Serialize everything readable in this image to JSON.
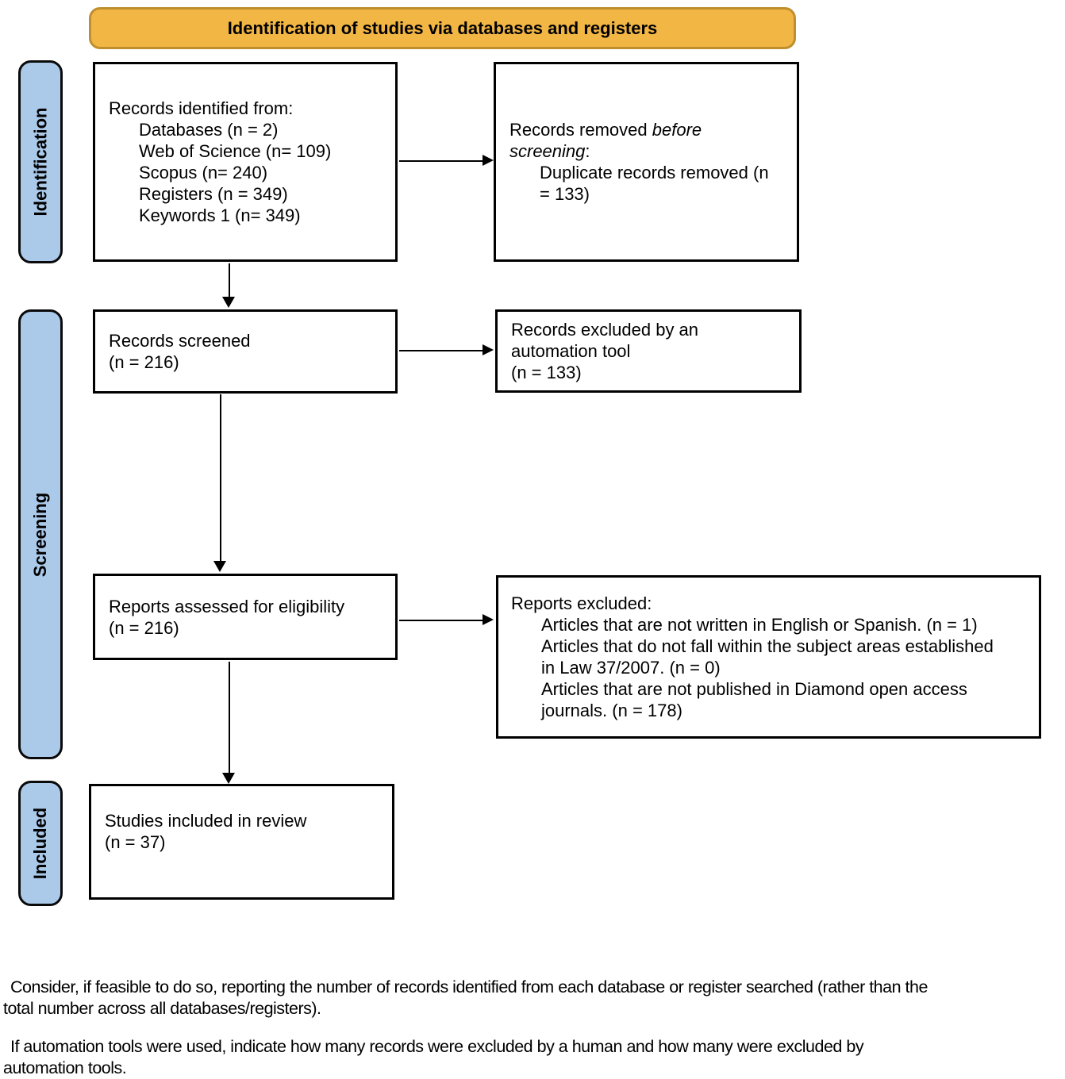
{
  "banner": {
    "title": "Identification of studies via databases and registers"
  },
  "side_labels": {
    "identification": "Identification",
    "screening": "Screening",
    "included": "Included"
  },
  "boxes": {
    "identified": {
      "heading": "Records identified from:",
      "items": [
        "Databases (n = 2)",
        "Web of Science (n= 109)",
        "Scopus (n= 240)",
        "Registers (n = 349)",
        "Keywords 1 (n= 349)"
      ]
    },
    "removed_before_screening": {
      "line1_normal": "Records removed ",
      "line1_italic": "before",
      "line2_italic": "screening",
      "line2_normal": ":",
      "item_lines": [
        "Duplicate records removed (n",
        "= 133)"
      ]
    },
    "screened": {
      "lines": [
        "Records screened",
        "(n = 216)"
      ]
    },
    "excluded_automation": {
      "lines": [
        "Records excluded by an",
        "automation tool",
        "(n = 133)"
      ]
    },
    "assessed": {
      "lines": [
        "Reports assessed for eligibility",
        "(n = 216)"
      ]
    },
    "reports_excluded": {
      "heading": "Reports excluded:",
      "item1_lines": [
        "Articles that are not written in English or Spanish. (n = 1)"
      ],
      "item2_lines": [
        "Articles that do not fall within the subject areas established",
        "in Law 37/2007. (n = 0)"
      ],
      "item3_lines": [
        "Articles that are not published in Diamond open access",
        "journals. (n = 178)"
      ]
    },
    "included_review": {
      "lines": [
        "Studies included in review",
        "(n = 37)"
      ]
    }
  },
  "notes": {
    "para1_lines": [
      "Consider, if feasible to do so, reporting the number of records identified from each database or register searched (rather than the",
      "total number across all databases/registers)."
    ],
    "para2_lines": [
      "If automation tools were used, indicate how many records were excluded by a human and how many were excluded by",
      "automation tools."
    ]
  },
  "colors": {
    "banner_fill": "#F2B644",
    "banner_border": "#BF8F2E",
    "label_fill": "#ABC9E9",
    "label_border": "#0a0a0a",
    "box_border": "#000000",
    "arrow_color": "#000000"
  }
}
